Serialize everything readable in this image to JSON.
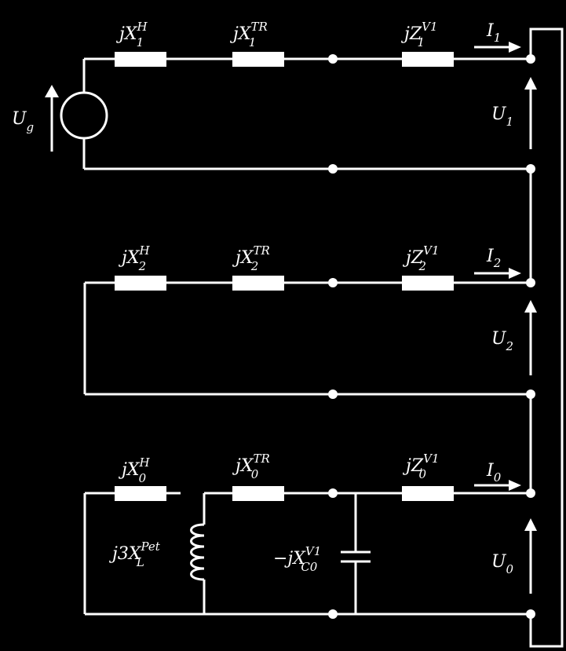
{
  "colors": {
    "background": "#000000",
    "foreground": "#ffffff"
  },
  "positive_sequence": {
    "source_voltage": {
      "base": "U",
      "sub": "g"
    },
    "generator_reactance": {
      "base": "jX",
      "sub": "1",
      "sup": "H"
    },
    "transformer_reactance": {
      "base": "jX",
      "sub": "1",
      "sup": "TR"
    },
    "line_impedance": {
      "base": "jZ",
      "sub": "1",
      "sup": "V1"
    },
    "current": {
      "base": "I",
      "sub": "1"
    },
    "voltage": {
      "base": "U",
      "sub": "1"
    }
  },
  "negative_sequence": {
    "generator_reactance": {
      "base": "jX",
      "sub": "2",
      "sup": "H"
    },
    "transformer_reactance": {
      "base": "jX",
      "sub": "2",
      "sup": "TR"
    },
    "line_impedance": {
      "base": "jZ",
      "sub": "2",
      "sup": "V1"
    },
    "current": {
      "base": "I",
      "sub": "2"
    },
    "voltage": {
      "base": "U",
      "sub": "2"
    }
  },
  "zero_sequence": {
    "generator_reactance": {
      "base": "jX",
      "sub": "0",
      "sup": "H"
    },
    "transformer_reactance": {
      "base": "jX",
      "sub": "0",
      "sup": "TR"
    },
    "line_impedance": {
      "base": "jZ",
      "sub": "0",
      "sup": "V1"
    },
    "earthing_reactance": {
      "base": "j3X",
      "sub": "L",
      "sup": "Pet"
    },
    "line_capacitance": {
      "base": "−jX",
      "sub": "C0",
      "sup": "V1"
    },
    "current": {
      "base": "I",
      "sub": "0"
    },
    "voltage": {
      "base": "U",
      "sub": "0"
    }
  }
}
